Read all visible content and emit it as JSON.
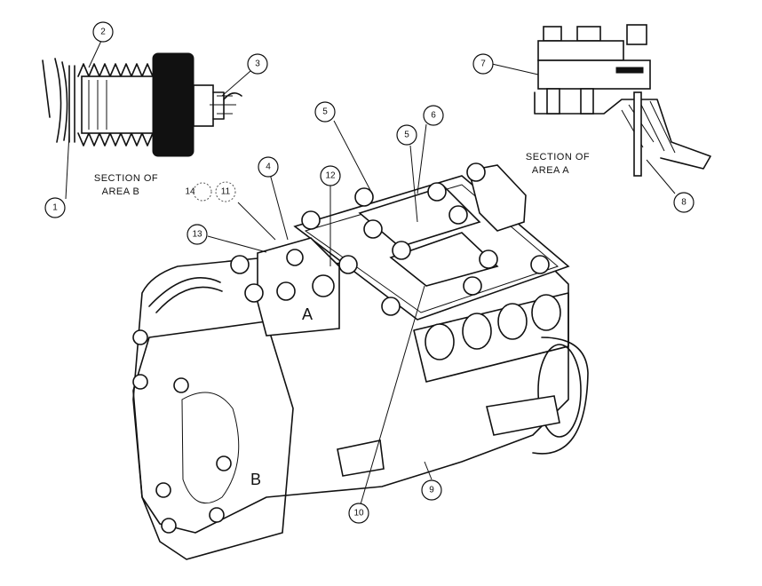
{
  "labels": {
    "section_b_line1": "SECTION OF",
    "section_b_line2": "AREA B",
    "section_a_line1": "SECTION OF",
    "section_a_line2": "AREA A",
    "area_a": "A",
    "area_b": "B"
  },
  "callouts": [
    "1",
    "2",
    "3",
    "4",
    "5",
    "5",
    "6",
    "7",
    "8",
    "9",
    "10",
    "11",
    "12",
    "13",
    "14"
  ]
}
